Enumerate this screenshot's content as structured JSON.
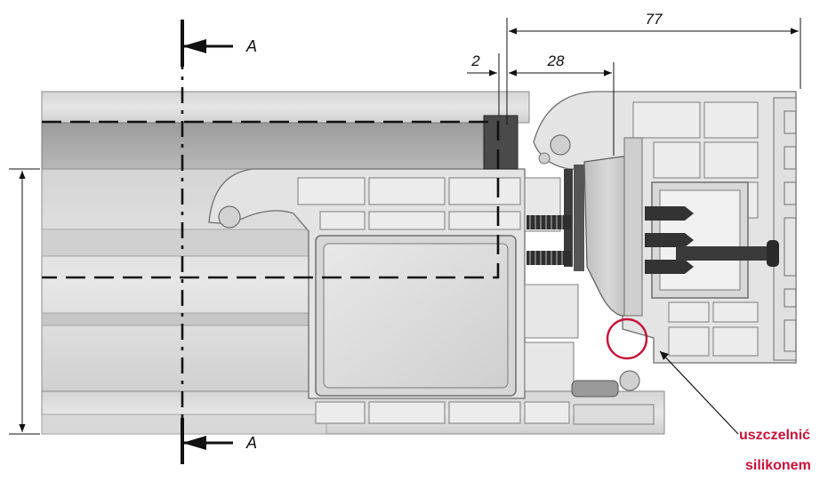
{
  "dimensions": {
    "overall": "77",
    "gap": "2",
    "depth": "28"
  },
  "section_marks": {
    "top": "A",
    "bottom": "A"
  },
  "note": {
    "line1": "uszczelnić",
    "line2": "silikonem",
    "color": "#c4123a"
  }
}
